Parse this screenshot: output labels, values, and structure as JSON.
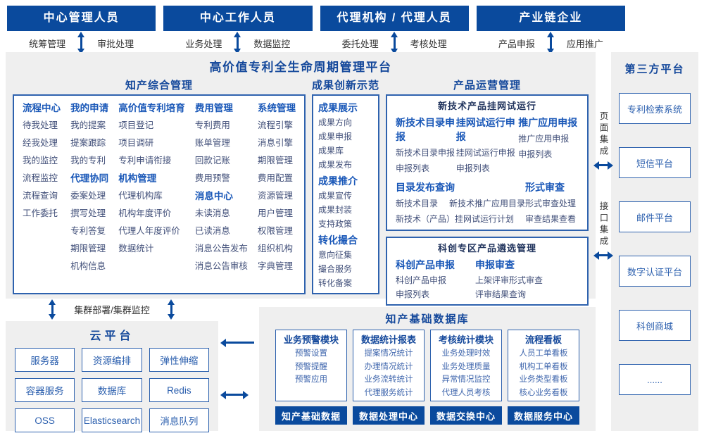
{
  "colors": {
    "dark_blue": "#0a4a9d",
    "section_title_blue": "#14489b",
    "group_header_blue": "#1a58b8",
    "item_text": "#414f79",
    "box_text_blue": "#2b5fae",
    "panel_gray": "#efefef",
    "border_blue": "#2e62ae"
  },
  "top_roles": [
    {
      "title": "中心管理人员",
      "left": "统筹管理",
      "right": "审批处理"
    },
    {
      "title": "中心工作人员",
      "left": "业务处理",
      "right": "数据监控"
    },
    {
      "title": "代理机构 / 代理人员",
      "left": "委托处理",
      "right": "考核处理"
    },
    {
      "title": "产业链企业",
      "left": "产品申报",
      "right": "应用推广"
    }
  ],
  "main_title": "高价值专利全生命周期管理平台",
  "ip_management": {
    "title": "知产综合管理",
    "columns": [
      {
        "groups": [
          {
            "header": "流程中心",
            "items": [
              "待我处理",
              "经我处理",
              "我的监控",
              "流程监控",
              "流程查询",
              "工作委托"
            ]
          }
        ]
      },
      {
        "groups": [
          {
            "header": "我的申请",
            "items": [
              "我的提案",
              "提案跟踪",
              "我的专利"
            ]
          },
          {
            "header": "代理协同",
            "items": [
              "委案处理",
              "撰写处理",
              "专利答复",
              "期限管理",
              "机构信息"
            ]
          }
        ]
      },
      {
        "groups": [
          {
            "header": "高价值专利培育",
            "items": [
              "项目登记",
              "项目调研",
              "专利申请衔接"
            ]
          },
          {
            "header": "机构管理",
            "items": [
              "代理机构库",
              "机构年度评价",
              "代理人年度评价",
              "数据统计"
            ]
          }
        ]
      },
      {
        "groups": [
          {
            "header": "费用管理",
            "items": [
              "专利费用",
              "账单管理",
              "回款记账",
              "费用预警"
            ]
          },
          {
            "header": "消息中心",
            "items": [
              "未读消息",
              "已读消息",
              "消息公告发布",
              "消息公告审核"
            ]
          }
        ]
      },
      {
        "groups": [
          {
            "header": "系统管理",
            "items": [
              "流程引擎",
              "消息引擎",
              "期限管理",
              "费用配置",
              "资源管理",
              "用户管理",
              "权限管理",
              "组织机构",
              "字典管理"
            ]
          }
        ]
      }
    ]
  },
  "achievement": {
    "title": "成果创新示范",
    "groups": [
      {
        "header": "成果展示",
        "items": [
          "成果方向",
          "成果申报",
          "成果库",
          "成果发布"
        ]
      },
      {
        "header": "成果推介",
        "items": [
          "成果宣传",
          "成果封装",
          "支持政策"
        ]
      },
      {
        "header": "转化撮合",
        "items": [
          "意向征集",
          "撮合服务",
          "转化备案"
        ]
      }
    ]
  },
  "product_ops": {
    "title": "产品运营管理",
    "trial_box": {
      "title": "新技术产品挂网试运行",
      "groups_row1": [
        {
          "header": "新技术目录申报",
          "items": [
            "新技术目录申报",
            "申报列表"
          ]
        },
        {
          "header": "挂网试运行申报",
          "items": [
            "挂网试运行申报",
            "申报列表"
          ]
        },
        {
          "header": "推广应用申报",
          "items": [
            "推广应用申报",
            "申报列表"
          ]
        }
      ],
      "catalog": {
        "header": "目录发布查询",
        "line1a": "新技术目录",
        "line1b": "新技术推广应用目录",
        "line2": "新技术（产品）挂网试运行计划"
      },
      "review": {
        "header": "形式审查",
        "items": [
          "形式审查处理",
          "审查结果查看"
        ]
      }
    },
    "select_box": {
      "title": "科创专区产品遴选管理",
      "groups": [
        {
          "header": "科创产品申报",
          "items": [
            "科创产品申报",
            "申报列表"
          ]
        },
        {
          "header": "申报审查",
          "items": [
            "上架评审形式审查",
            "评审结果查询"
          ]
        }
      ]
    }
  },
  "third_party": {
    "title": "第三方平台",
    "items": [
      "专利检索系统",
      "短信平台",
      "邮件平台",
      "数字认证平台",
      "科创商城",
      "......"
    ]
  },
  "integration": {
    "page": "页面集成",
    "api": "接口集成"
  },
  "cluster_label": "集群部署/集群监控",
  "cloud": {
    "title": "云平台",
    "items": [
      "服务器",
      "资源编排",
      "弹性伸缩",
      "容器服务",
      "数据库",
      "Redis",
      "OSS",
      "Elasticsearch",
      "消息队列"
    ]
  },
  "ip_database": {
    "title": "知产基础数据库",
    "modules": [
      {
        "header": "业务预警模块",
        "items": [
          "预警设置",
          "预警提醒",
          "预警应用"
        ]
      },
      {
        "header": "数据统计报表",
        "items": [
          "提案情况统计",
          "办理情况统计",
          "业务流转统计",
          "代理服务统计"
        ]
      },
      {
        "header": "考核统计模块",
        "items": [
          "业务处理时效",
          "业务处理质量",
          "异常情况监控",
          "代理人员考核"
        ]
      },
      {
        "header": "流程看板",
        "items": [
          "人员工单看板",
          "机构工单看板",
          "业务类型看板",
          "核心业务看板"
        ]
      }
    ],
    "centers": [
      "知产基础数据",
      "数据处理中心",
      "数据交换中心",
      "数据服务中心"
    ]
  }
}
